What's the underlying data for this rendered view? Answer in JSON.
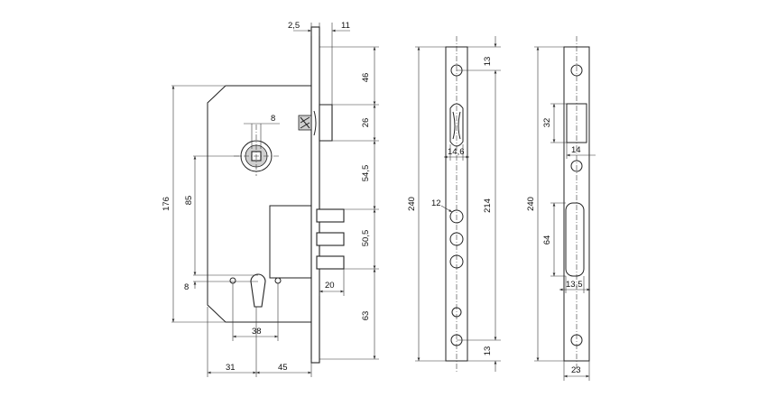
{
  "dimensions": {
    "backset_left": "31",
    "backset_right": "45",
    "body_height": "176",
    "spindle_to_cyl": "85",
    "cyl_offset": "8",
    "cyl_spacing": "38",
    "spindle_square": "8",
    "plate_thickness": "2,5",
    "latch_depth": "11",
    "top_to_latch": "46",
    "latch_height": "26",
    "latch_to_bolt": "54,5",
    "bolt_block": "50,5",
    "bottom_block": "63",
    "bolt_throw": "20",
    "faceplate_total": "240",
    "faceplate_inner": "214",
    "faceplate_top": "13",
    "faceplate_bottom": "13",
    "latch_slot_width": "14,6",
    "bolt_hole": "12",
    "strike_total": "240",
    "strike_latch_h": "32",
    "strike_latch_w": "14",
    "strike_bolt_h": "64",
    "strike_bolt_w": "13,5",
    "strike_width": "23"
  }
}
